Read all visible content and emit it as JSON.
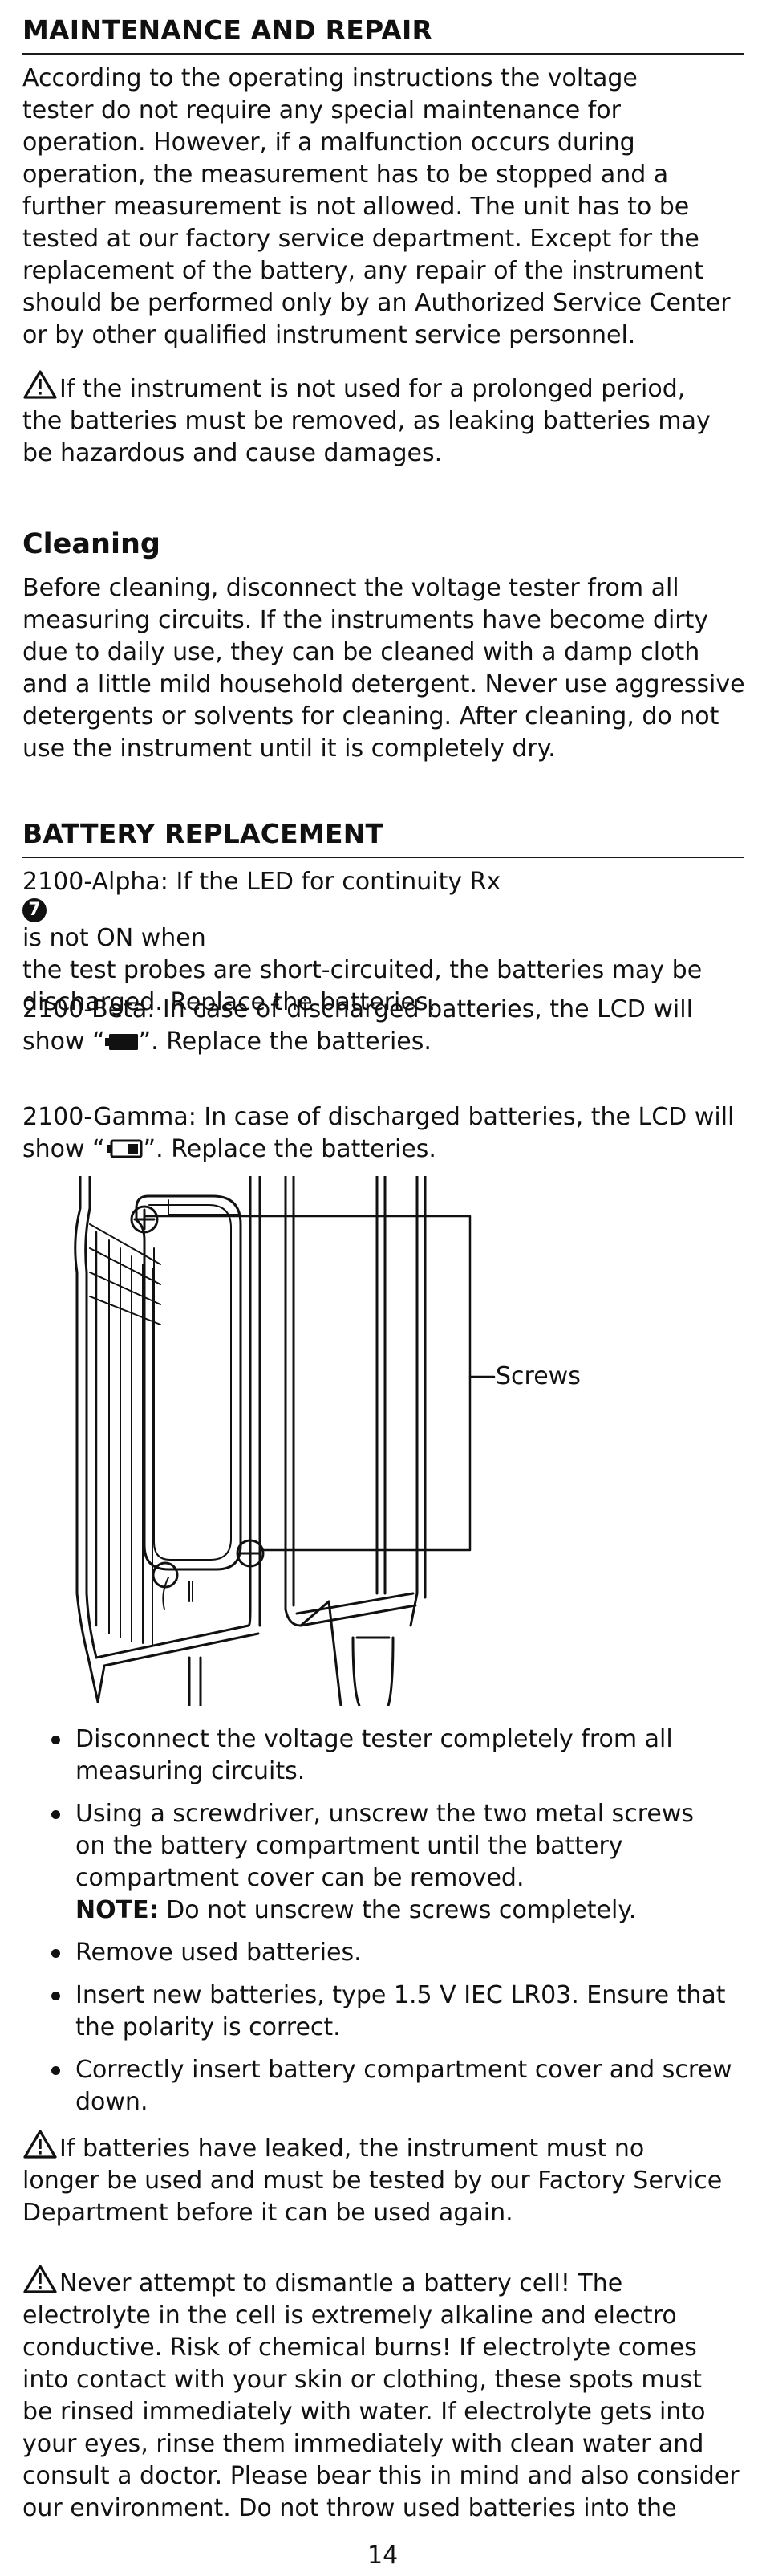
{
  "maintenance": {
    "heading": "MAINTENANCE AND REPAIR",
    "paragraph_lines": [
      "According to the operating instructions the voltage",
      "tester do not require any special maintenance for",
      "operation. However, if a malfunction occurs during",
      "operation, the measurement has to be stopped and a",
      "further measurement is not allowed. The unit has to be",
      "tested at our factory service department. Except for the",
      "replacement of the battery, any repair of the instrument",
      "should be performed only by an Authorized Service Center",
      "or by other qualified instrument service personnel."
    ],
    "warning_lines": [
      "If the instrument is not used for a prolonged period,",
      "the batteries must be removed, as leaking batteries may",
      "be hazardous and cause damages."
    ]
  },
  "cleaning": {
    "heading": "Cleaning",
    "paragraph_lines": [
      "Before cleaning, disconnect the voltage tester from all",
      "measuring circuits. If the instruments have become dirty",
      "due to daily use, they can be cleaned with a damp cloth",
      "and a little mild household detergent. Never use aggressive",
      "detergents or solvents for cleaning. After cleaning, do not",
      "use the instrument until it is completely dry."
    ]
  },
  "battery": {
    "heading": "BATTERY REPLACEMENT",
    "alpha": {
      "line1_pre": "2100-Alpha: If the LED for continuity Rx ",
      "badge": "7",
      "line1_post": " is not ON when",
      "line2": "the test probes are short-circuited, the batteries may be",
      "line3": "discharged. Replace the batteries."
    },
    "beta": {
      "line1": "2100-Beta: In case of discharged batteries, the LCD will",
      "line2_pre": "show “",
      "line2_post": "”. Replace the batteries."
    },
    "gamma": {
      "line1": "2100-Gamma: In case of discharged batteries, the LCD will",
      "line2_pre": "show “",
      "line2_post": "”. Replace the batteries."
    },
    "figure_label": "Screws",
    "steps": [
      {
        "lines": [
          "Disconnect the voltage tester completely from all",
          "measuring circuits."
        ]
      },
      {
        "lines": [
          "Using a screwdriver, unscrew the two metal screws",
          "on the battery compartment until the battery",
          "compartment cover can be removed."
        ],
        "note_label": "NOTE:",
        "note_text": " Do not unscrew the screws completely."
      },
      {
        "lines": [
          "Remove used batteries."
        ]
      },
      {
        "lines": [
          "Insert new batteries, type 1.5 V IEC LR03. Ensure that",
          "the polarity is correct."
        ]
      },
      {
        "lines": [
          "Correctly insert battery compartment cover and screw",
          "down."
        ]
      }
    ],
    "warning1_lines": [
      "If batteries have leaked, the instrument must no",
      "longer be used and must be tested by our Factory Service",
      "Department before it can be used again."
    ],
    "warning2_lines": [
      "Never attempt to dismantle a battery cell! The",
      "electrolyte in the cell is extremely alkaline and electro",
      "conductive. Risk of chemical burns! If electrolyte comes",
      "into contact with your skin or clothing, these spots must",
      "be rinsed immediately with water. If electrolyte gets into",
      "your eyes, rinse them immediately with clean water and",
      "consult a doctor. Please bear this in mind and also consider",
      "our environment. Do not throw used batteries into the"
    ]
  },
  "page_number": "14"
}
